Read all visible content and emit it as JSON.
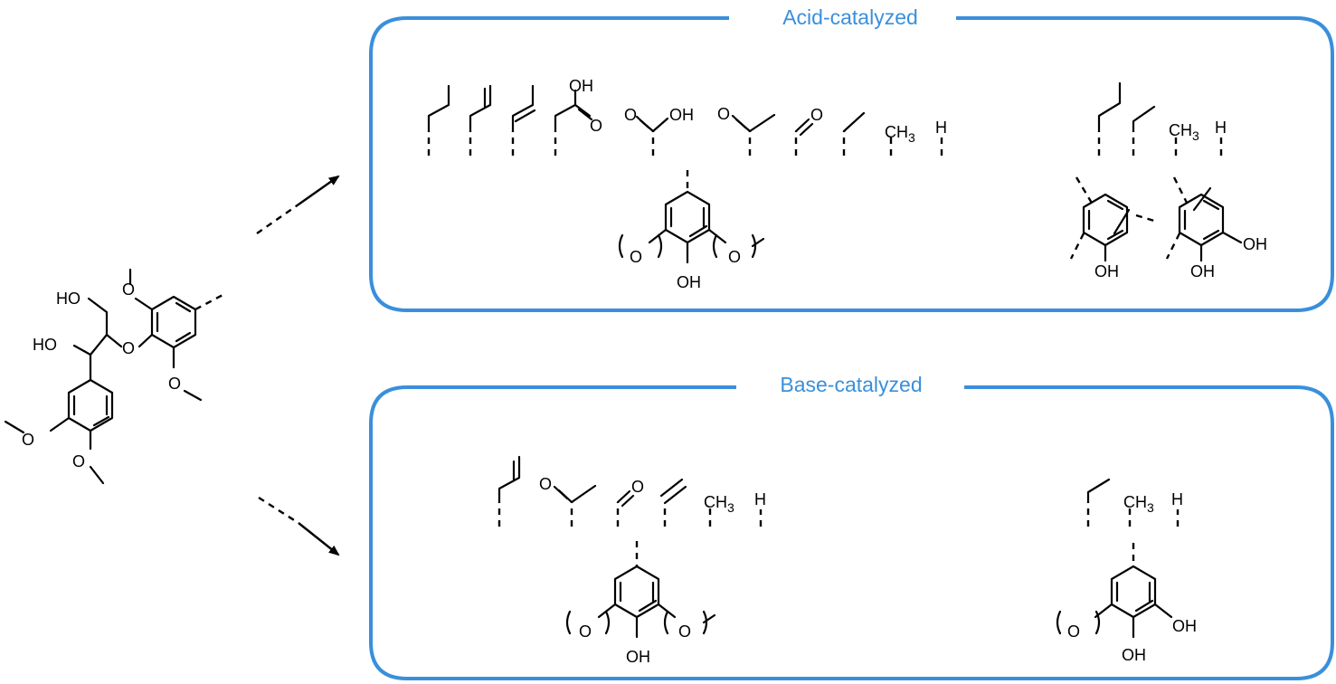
{
  "colors": {
    "accent": "#3a8fdb",
    "ink": "#000000"
  },
  "substrate": {
    "labels": {
      "ho_top": "HO",
      "ho_left": "HO",
      "o_ether": "O",
      "o_methoxy_top": "O",
      "o_methoxy_bottom": "O",
      "o_methoxy_left": "O",
      "o_para": "O"
    }
  },
  "acid_panel": {
    "title": "Acid-catalyzed",
    "syringyl_products": {
      "oh_top": "OH",
      "oh_carboxyl_o": "O",
      "oh_carboxyl_oh": "O",
      "oh_acid": "OH",
      "ketone_o": "O",
      "aldehyde_o": "O",
      "methyl": "CH3",
      "hydrogen": "H",
      "core_o_left": "O",
      "core_o_right": "O",
      "core_oh": "OH"
    },
    "guaiacyl_products": {
      "methyl": "CH3",
      "hydrogen": "H",
      "ring1_oh": "OH",
      "ring2_oh_bottom": "OH",
      "ring2_oh_right": "OH"
    }
  },
  "base_panel": {
    "title": "Base-catalyzed",
    "syringyl_products": {
      "ketone_o": "O",
      "aldehyde_o": "O",
      "methyl": "CH3",
      "hydrogen": "H",
      "core_o_left": "O",
      "core_o_right": "O",
      "core_oh": "OH"
    },
    "guaiacyl_products": {
      "methyl": "CH3",
      "hydrogen": "H",
      "core_o_left": "O",
      "core_oh_right": "OH",
      "core_oh_bottom": "OH"
    }
  }
}
